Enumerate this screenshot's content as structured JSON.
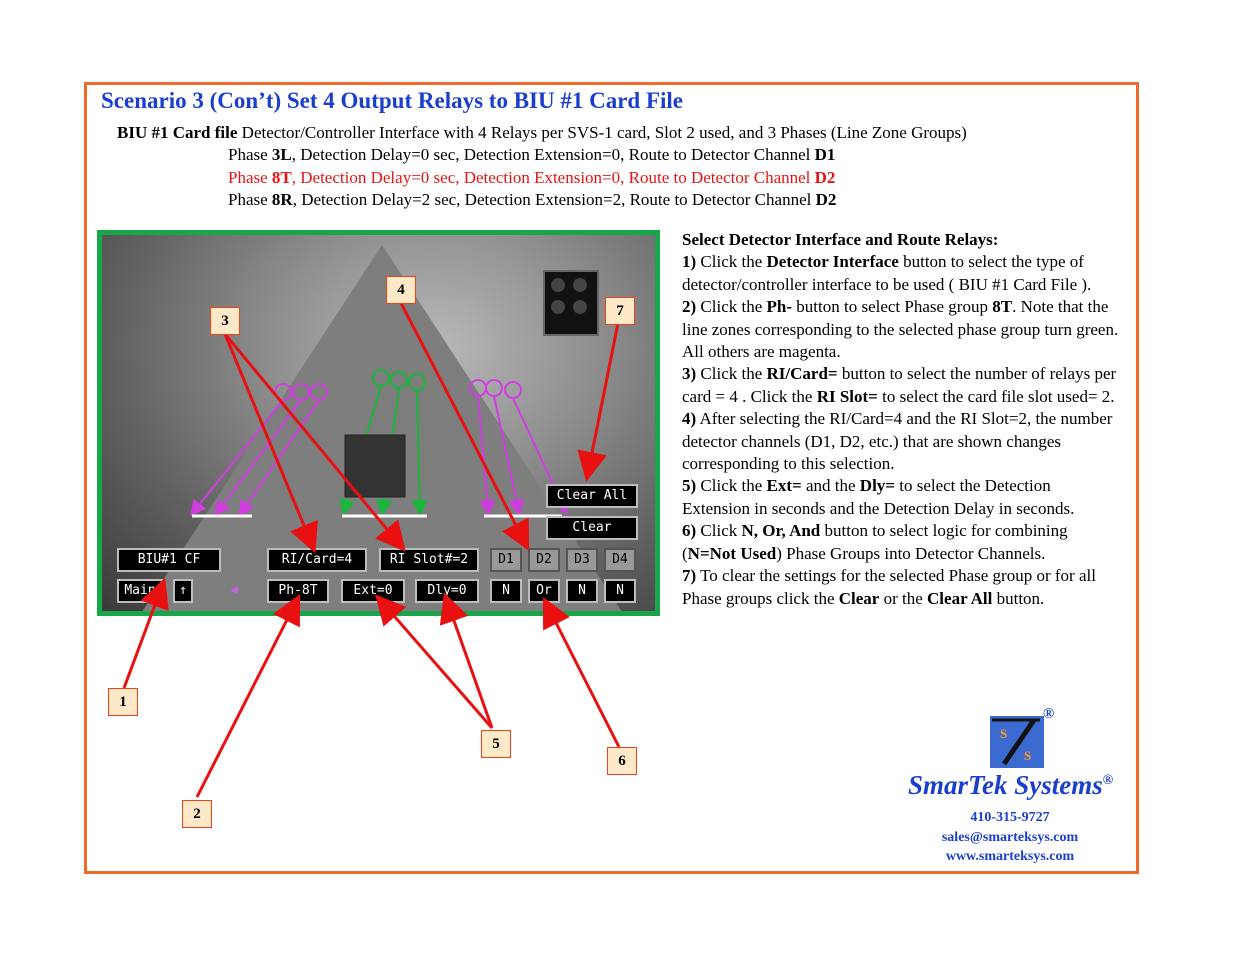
{
  "title": "Scenario 3 (Con’t) Set 4 Output Relays to BIU #1 Card File",
  "intro": {
    "lead_bold": "BIU #1 Card file",
    "lead_rest": " Detector/Controller Interface with 4 Relays per SVS-1 card, Slot 2 used, and 3 Phases (Line Zone Groups)"
  },
  "phases": [
    {
      "prefix": "Phase  ",
      "name": "3L",
      "rest": ",  Detection Delay=0 sec, Detection Extension=0, Route to Detector Channel ",
      "channel": "D1",
      "color": "#000000"
    },
    {
      "prefix": "Phase  ",
      "name": "8T",
      "rest": ",  Detection Delay=0 sec, Detection Extension=0, Route to Detector Channel ",
      "channel": "D2",
      "color": "#e81414"
    },
    {
      "prefix": "Phase  ",
      "name": "8R",
      "rest": ",  Detection Delay=2 sec, Detection Extension=2, Route to Detector Channel ",
      "channel": "D2",
      "color": "#000000"
    }
  ],
  "osd": {
    "clear_all": "Clear All",
    "clear": "Clear",
    "biu": "BIU#1 CF",
    "ri_card": "RI/Card=4",
    "ri_slot": "RI Slot#=2",
    "d1": "D1",
    "d2": "D2",
    "d3": "D3",
    "d4": "D4",
    "main": "Main",
    "up_arrow": "↑",
    "phase": "Ph-8T",
    "ext": "Ext=0",
    "dly": "Dly=0",
    "logic1": "N",
    "logic2": "Or",
    "logic3": "N",
    "logic4": "N"
  },
  "callouts": [
    "1",
    "2",
    "3",
    "4",
    "5",
    "6",
    "7"
  ],
  "instructions": {
    "heading": "Select Detector Interface and Route Relays:",
    "s1_num": "1)",
    "s1_a": "  Click the ",
    "s1_b": "Detector Interface",
    "s1_c": " button to select the type of detector/controller interface to be used ( BIU #1 Card File ).",
    "s2_num": "2)",
    "s2_a": " Click the ",
    "s2_b": "Ph-",
    "s2_c": " button to select Phase group ",
    "s2_d": "8T",
    "s2_e": ".  Note that the line zones corresponding to the selected phase group turn green.  All others are magenta.",
    "s3_num": "3)",
    "s3_a": " Click the ",
    "s3_b": "RI/Card=",
    "s3_c": "  button to select the number of relays per card = 4 .  Click the ",
    "s3_d": "RI Slot=",
    "s3_e": " to select the card file slot used= 2.",
    "s4_num": "4)",
    "s4_a": "  After selecting the RI/Card=4 and the RI Slot=2, the number detector channels  (D1, D2, etc.) that are shown changes corresponding to this selection.",
    "s5_num": "5)",
    "s5_a": "  Click the ",
    "s5_b": "Ext=",
    "s5_c": " and the ",
    "s5_d": "Dly=",
    "s5_e": " to select the Detection Extension in seconds and the Detection Delay in seconds.",
    "s6_num": "6)",
    "s6_a": " Click ",
    "s6_b": "N, Or, And",
    "s6_c": " button to select logic for combining (",
    "s6_d": "N=Not Used",
    "s6_e": ") Phase Groups into Detector Channels.",
    "s7_num": "7)",
    "s7_a": "  To clear the settings for the selected Phase group or for all Phase groups click the ",
    "s7_b": "Clear",
    "s7_c": " or the ",
    "s7_d": "Clear All",
    "s7_e": " button."
  },
  "logo": {
    "letter_top": "S",
    "letter_bottom": "S",
    "registered": "®",
    "brand": "SmarTek Systems",
    "brand_reg": "®",
    "phone": "410-315-9727",
    "email": "sales@smarteksys.com",
    "web": "www.smarteksys.com"
  },
  "colors": {
    "frame": "#ef6a2a",
    "title": "#1a3fcc",
    "highlight": "#e81414",
    "zone_selected": "#19b83a",
    "zone_other": "#d03ee0",
    "arrow": "#e81010"
  }
}
